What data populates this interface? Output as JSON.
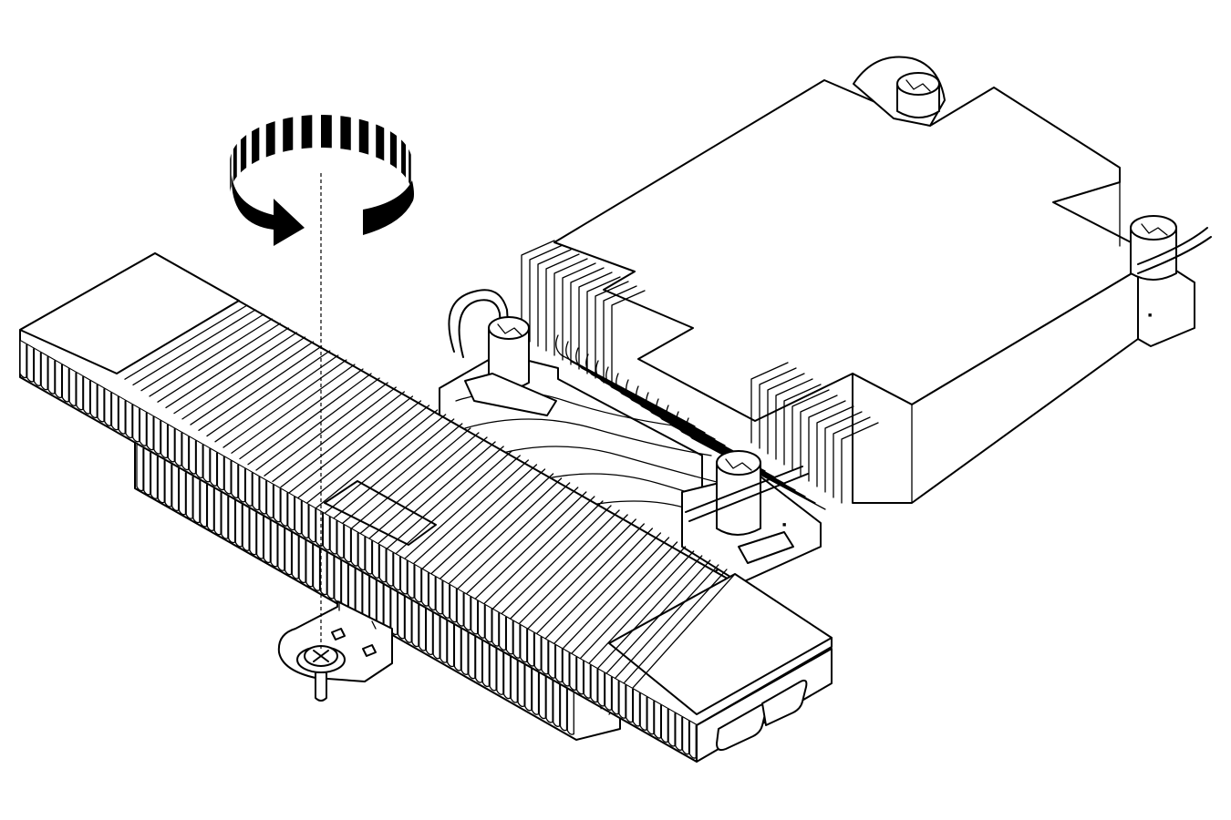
{
  "figure": {
    "kind": "line-art illustration",
    "subject": "heatsink",
    "rotation_indicator": "counter-clockwise",
    "colors": {
      "line": "#000000",
      "background": "#ffffff"
    },
    "marking_left_clip": "■",
    "marking_right_clip": "■",
    "marking_right_post": "■"
  }
}
